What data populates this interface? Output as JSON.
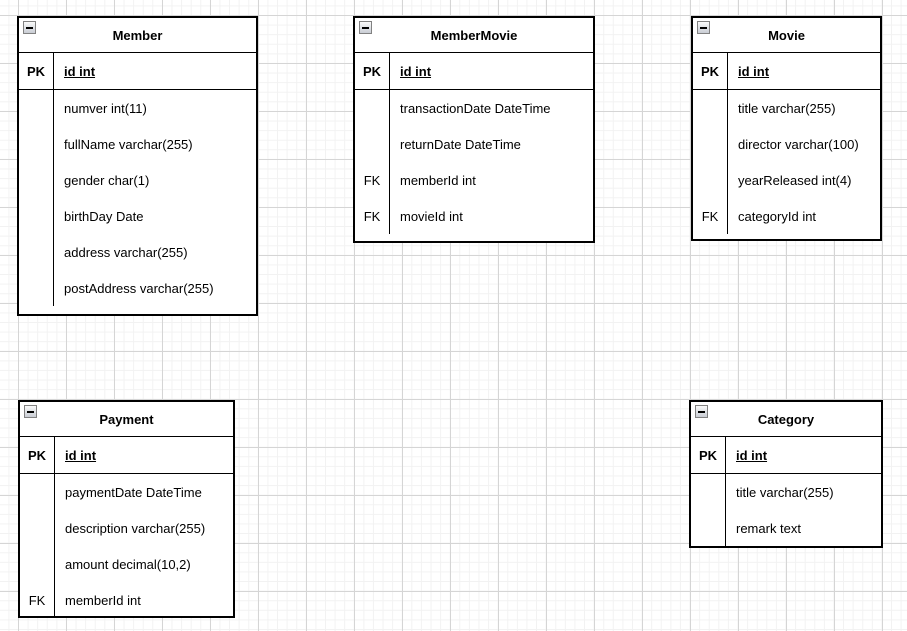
{
  "canvas": {
    "background": "#ffffff",
    "grid_major_color": "#d5d5d5",
    "grid_minor_color": "#f2f2f2",
    "entity_border_color": "#000000",
    "text_color": "#000000",
    "collapse_icon": "minus-icon"
  },
  "entities": [
    {
      "id": "member",
      "title": "Member",
      "primary_key": {
        "key": "PK",
        "field": "id int"
      },
      "fields": [
        {
          "key": "",
          "field": "numver int(11)"
        },
        {
          "key": "",
          "field": "fullName varchar(255)"
        },
        {
          "key": "",
          "field": "gender char(1)"
        },
        {
          "key": "",
          "field": "birthDay Date"
        },
        {
          "key": "",
          "field": "address varchar(255)"
        },
        {
          "key": "",
          "field": "postAddress varchar(255)"
        }
      ]
    },
    {
      "id": "membermovie",
      "title": "MemberMovie",
      "primary_key": {
        "key": "PK",
        "field": "id int"
      },
      "fields": [
        {
          "key": "",
          "field": "transactionDate DateTime"
        },
        {
          "key": "",
          "field": "returnDate DateTime"
        },
        {
          "key": "FK",
          "field": "memberId int"
        },
        {
          "key": "FK",
          "field": "movieId int"
        }
      ]
    },
    {
      "id": "movie",
      "title": "Movie",
      "primary_key": {
        "key": "PK",
        "field": "id int"
      },
      "fields": [
        {
          "key": "",
          "field": "title varchar(255)"
        },
        {
          "key": "",
          "field": "director varchar(100)"
        },
        {
          "key": "",
          "field": "yearReleased int(4)"
        },
        {
          "key": "FK",
          "field": "categoryId int"
        }
      ]
    },
    {
      "id": "payment",
      "title": "Payment",
      "primary_key": {
        "key": "PK",
        "field": "id int"
      },
      "fields": [
        {
          "key": "",
          "field": "paymentDate DateTime"
        },
        {
          "key": "",
          "field": "description varchar(255)"
        },
        {
          "key": "",
          "field": "amount decimal(10,2)"
        },
        {
          "key": "FK",
          "field": "memberId int"
        }
      ]
    },
    {
      "id": "category",
      "title": "Category",
      "primary_key": {
        "key": "PK",
        "field": "id int"
      },
      "fields": [
        {
          "key": "",
          "field": "title varchar(255)"
        },
        {
          "key": "",
          "field": "remark text"
        }
      ]
    }
  ]
}
